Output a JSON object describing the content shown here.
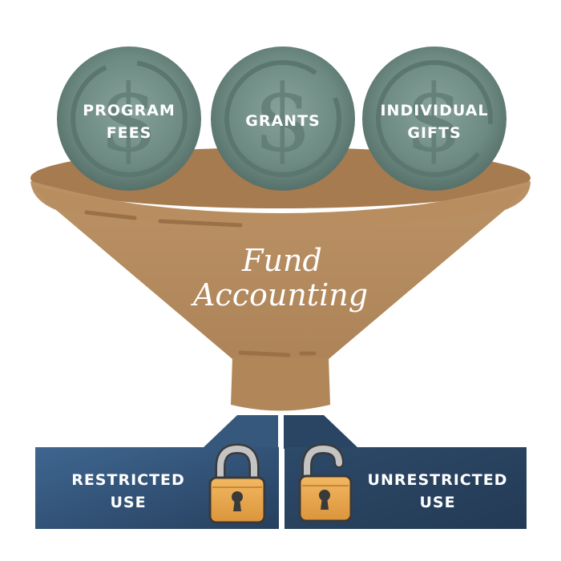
{
  "funnel": {
    "title_line1": "Fund",
    "title_line2": "Accounting"
  },
  "coins": [
    {
      "line1": "PROGRAM",
      "line2": "FEES",
      "icon": "dollar-sign-icon"
    },
    {
      "line1": "GRANTS",
      "line2": "",
      "icon": "dollar-sign-icon"
    },
    {
      "line1": "INDIVIDUAL",
      "line2": "GIFTS",
      "icon": "dollar-sign-icon"
    }
  ],
  "outputs": [
    {
      "line1": "RESTRICTED",
      "line2": "USE",
      "icon": "padlock-closed-icon"
    },
    {
      "line1": "UNRESTRICTED",
      "line2": "USE",
      "icon": "padlock-open-icon"
    }
  ],
  "colors": {
    "coin": "#6d8a82",
    "funnel": "#b48a5e",
    "box": "#2d4b6e",
    "lock": "#e9a64b"
  }
}
